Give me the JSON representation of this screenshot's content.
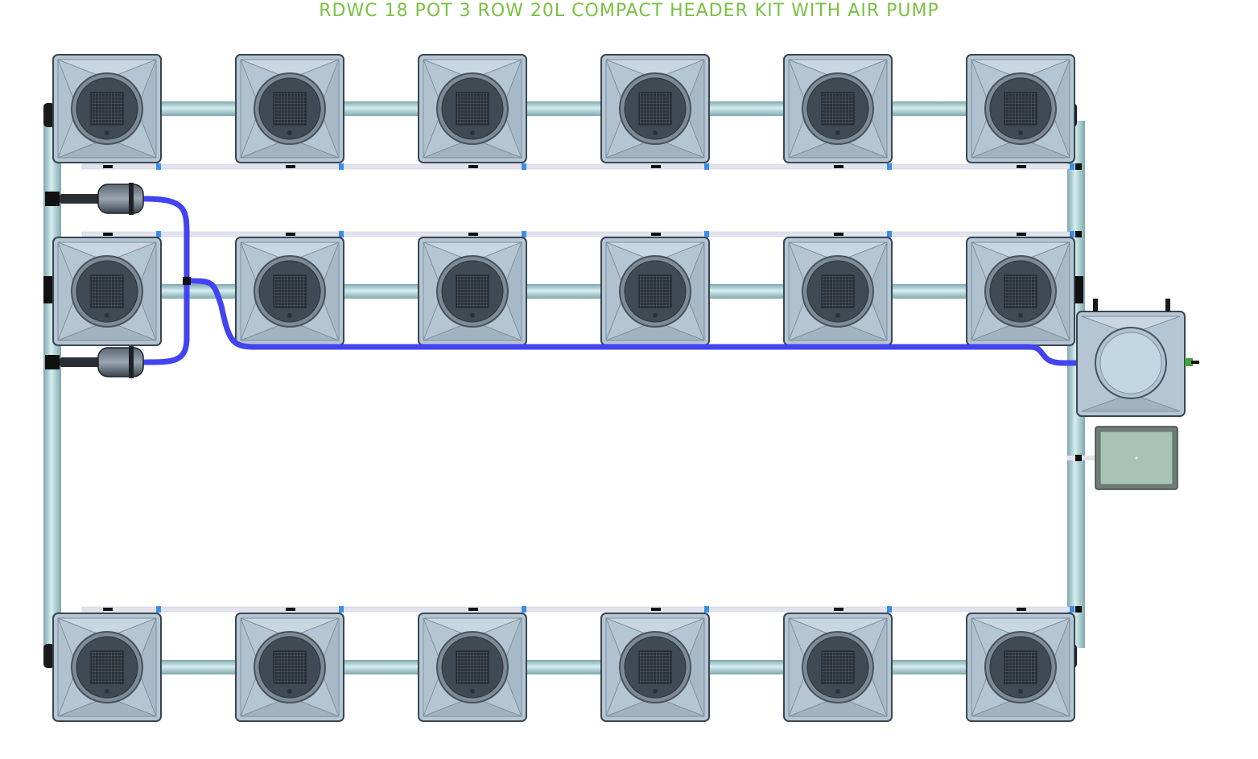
{
  "title": "RDWC 18 POT 3 ROW 20L COMPACT HEADER KIT WITH AIR PUMP",
  "layout": {
    "rows": 3,
    "pots_per_row": 6,
    "pot_count": 18,
    "components": [
      "grow-pot",
      "control-bucket",
      "air-pump",
      "water-pump",
      "blue-hose",
      "pvc-pipe",
      "air-line"
    ]
  },
  "colors": {
    "title": "#79c142",
    "pot_body": "#b4c6d4",
    "pot_lid": "#3f4a55",
    "pipe": "#a9cdd1",
    "hose": "#4343f0",
    "air_line": "#e2e3ee",
    "air_pump": "#a7c3b3",
    "fitting": "#111111",
    "connector": "#3b8ee8"
  }
}
